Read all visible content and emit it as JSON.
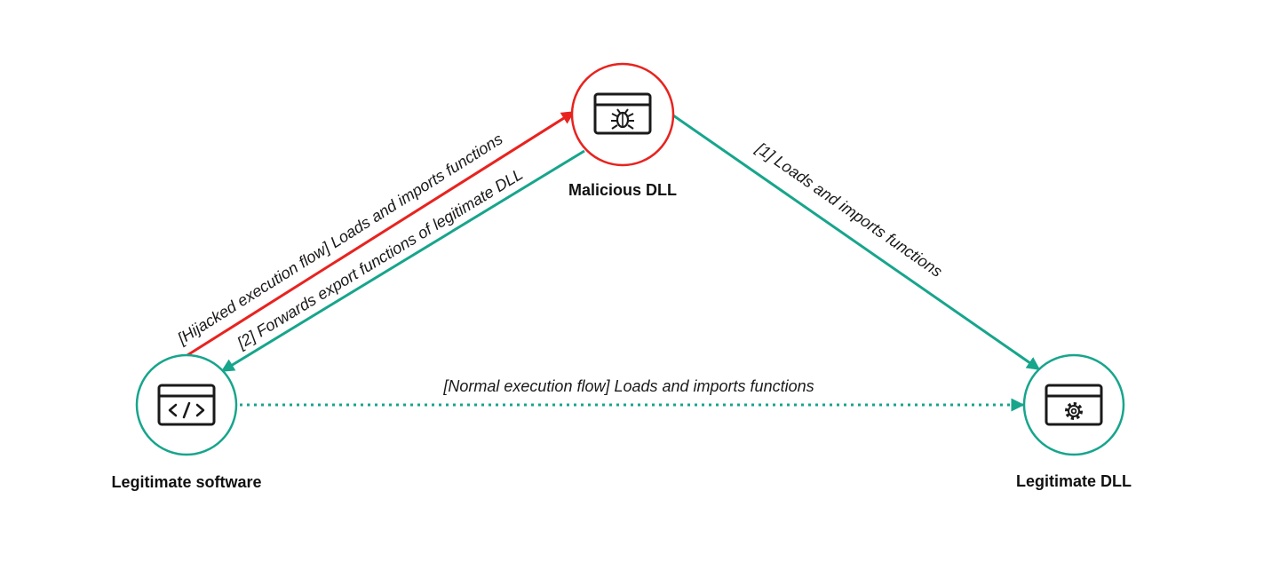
{
  "colors": {
    "malicious": "#e8231f",
    "legitimate": "#17a58c",
    "icon": "#1a1a1a",
    "text": "#111111"
  },
  "nodes": {
    "malicious_dll": {
      "label": "Malicious DLL",
      "icon": "bug-window-icon"
    },
    "legitimate_software": {
      "label": "Legitimate software",
      "icon": "code-window-icon"
    },
    "legitimate_dll": {
      "label": "Legitimate DLL",
      "icon": "gear-window-icon"
    }
  },
  "edges": {
    "hijacked": {
      "label": "[Hijacked execution flow] Loads and imports functions"
    },
    "forwards": {
      "label": "[2] Forwards export functions of legitimate DLL"
    },
    "loads_1": {
      "label": "[1] Loads and imports functions"
    },
    "normal": {
      "label": "[Normal execution flow] Loads and imports functions"
    }
  }
}
